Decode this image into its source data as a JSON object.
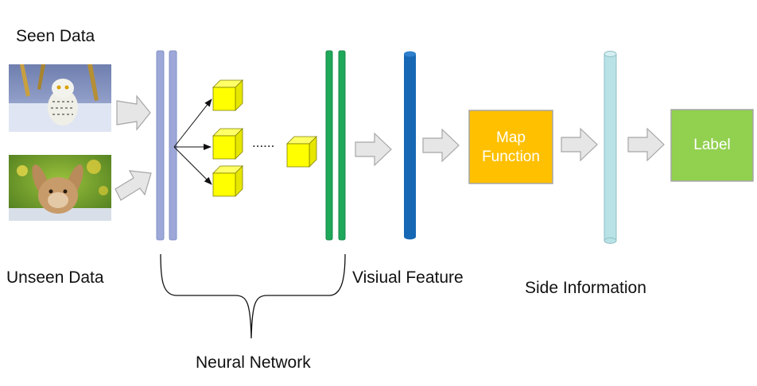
{
  "labels": {
    "seen_data": "Seen Data",
    "unseen_data": "Unseen Data",
    "visual_feature": "Visiual Feature",
    "side_information": "Side Information",
    "neural_network": "Neural Network"
  },
  "boxes": {
    "map_function": {
      "line1": "Map",
      "line2": "Function",
      "color": "#FFC000"
    },
    "label": {
      "text": "Label",
      "color": "#92D050"
    }
  },
  "ellipsis": "......",
  "images": {
    "seen": "snowy-owl-photo",
    "unseen": "rabbit-photo"
  },
  "colors": {
    "input_layer": "#9DA8D8",
    "output_layer": "#1EA85A",
    "visual_feature_bar": "#1667B4",
    "side_info_bar": "#B8E2E6",
    "cube": "#FFFF00",
    "arrow_fill": "#E6E6E6",
    "arrow_stroke": "#A6A6A6"
  }
}
